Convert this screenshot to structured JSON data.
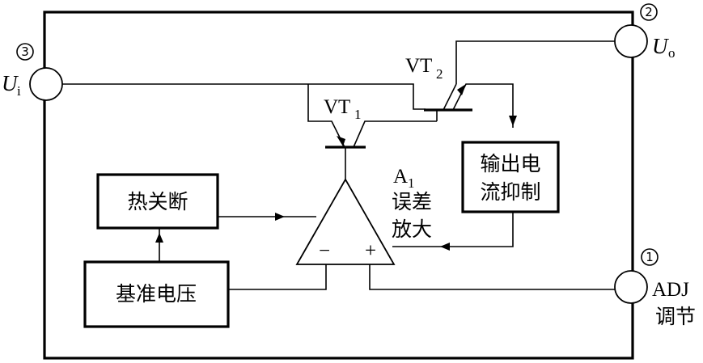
{
  "pins": {
    "input": {
      "number": "3",
      "symbol": "U",
      "subscript": "i"
    },
    "output": {
      "number": "2",
      "symbol": "U",
      "subscript": "o"
    },
    "adjust": {
      "number": "1",
      "name": "ADJ",
      "caption": "调节"
    }
  },
  "transistors": {
    "vt1": {
      "name": "VT",
      "subscript": "1"
    },
    "vt2": {
      "name": "VT",
      "subscript": "2"
    }
  },
  "amplifier": {
    "name": "A",
    "subscript": "1",
    "label_line1": "误差",
    "label_line2": "放大",
    "minus": "−",
    "plus": "+"
  },
  "blocks": {
    "thermal_shutdown": "热关断",
    "reference_voltage": "基准电压",
    "current_limit_line1": "输出电",
    "current_limit_line2": "流抑制"
  },
  "colors": {
    "line": "#000000",
    "background": "#ffffff"
  }
}
